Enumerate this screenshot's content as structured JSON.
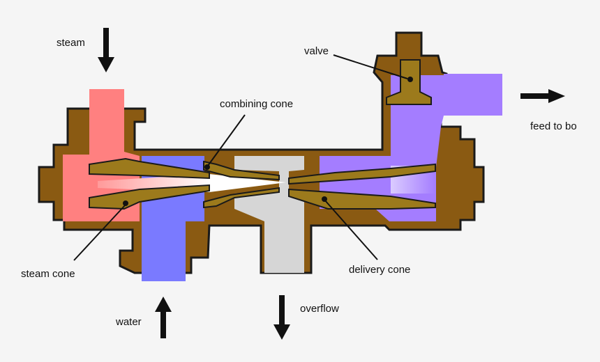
{
  "labels": {
    "steam": "steam",
    "valve": "valve",
    "combining_cone": "combining cone",
    "feed_to_boiler": "feed to bo",
    "steam_cone": "steam cone",
    "delivery_cone": "delivery cone",
    "water": "water",
    "overflow": "overflow"
  },
  "colors": {
    "body": "#8a5a12",
    "outline": "#1a1a1a",
    "cone": "#9c7a1c",
    "steam": "#ff8080",
    "water": "#7a7aff",
    "overflow": "#d6d6d6",
    "feed": "#a47dff",
    "background": "#f5f5f5"
  }
}
